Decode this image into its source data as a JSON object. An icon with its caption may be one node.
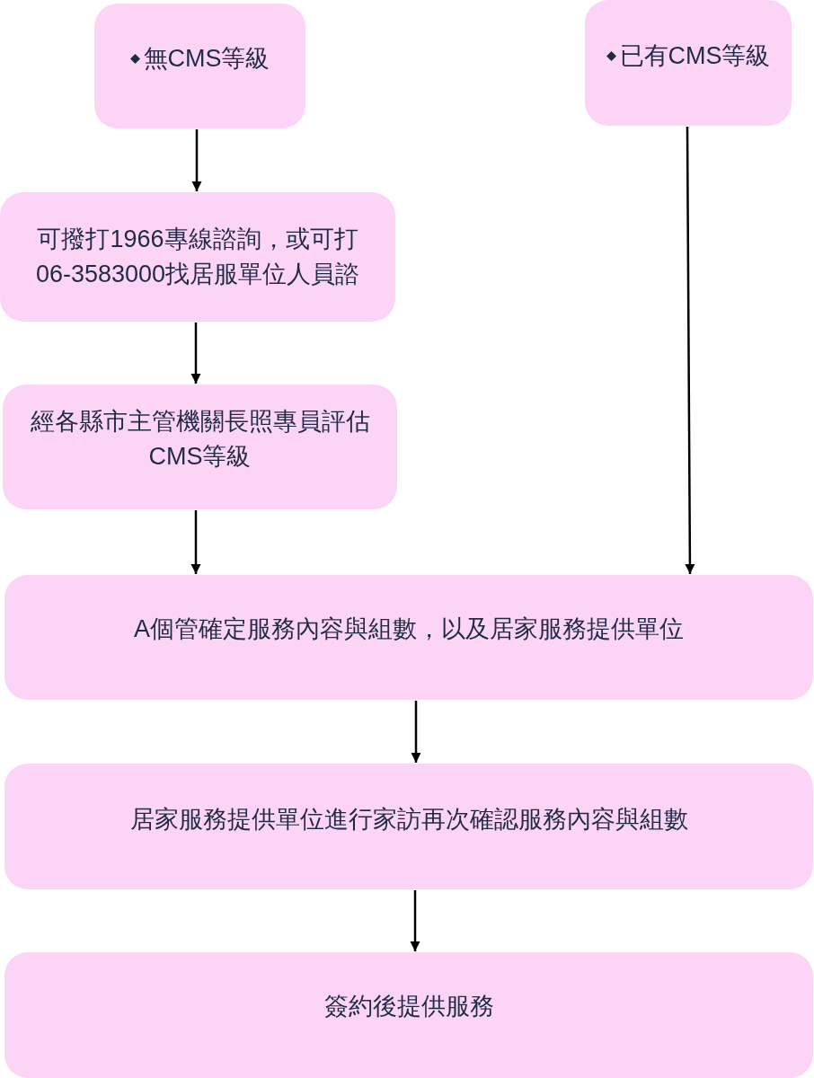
{
  "diagram": {
    "nodes": [
      {
        "text": [
          "無CMS等級"
        ]
      },
      {
        "text": [
          "已有CMS等級"
        ]
      },
      {
        "text": [
          "可撥打1966專線諮詢，或可打06-3583000找居服單位人員諮"
        ]
      },
      {
        "text": [
          "經各縣市主管機關長照專員評估CMS等級"
        ]
      },
      {
        "text": [
          "A個管確定服務內容與組數，以及居家服務提供單位"
        ]
      },
      {
        "text": [
          "居家服務提供單位進行家訪再次確認服務內容與組數"
        ]
      },
      {
        "text": [
          "簽約後提供服務"
        ]
      }
    ],
    "edges": [
      {
        "from": 0,
        "to": 2,
        "arrow": "to"
      },
      {
        "from": 1,
        "to": 4,
        "arrow": "to"
      },
      {
        "from": 2,
        "to": 3,
        "arrow": "to"
      },
      {
        "from": 3,
        "to": 4,
        "arrow": "to"
      },
      {
        "from": 4,
        "to": 5,
        "arrow": "to"
      },
      {
        "from": 5,
        "to": 6,
        "arrow": "to"
      }
    ]
  }
}
